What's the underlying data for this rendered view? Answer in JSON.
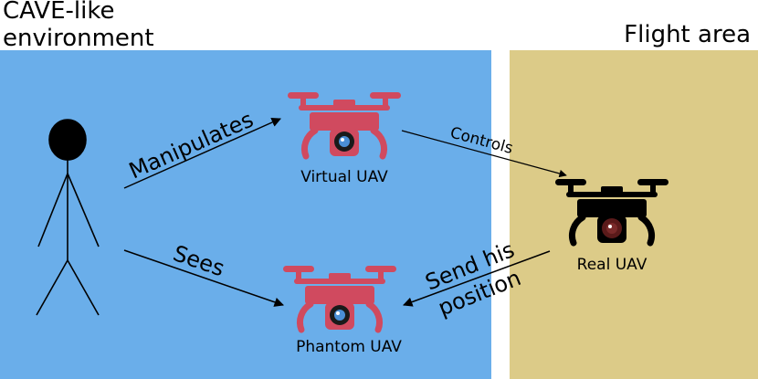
{
  "regions": {
    "cave": {
      "title_lines": [
        "CAVE-like",
        "environment"
      ],
      "color": "#6aaeea"
    },
    "flight": {
      "title": "Flight area",
      "color": "#dccb88"
    }
  },
  "nodes": {
    "operator": {
      "icon": "person-stick-figure-icon"
    },
    "virtual_uav": {
      "label": "Virtual UAV",
      "color": "#d04a5f",
      "icon": "drone-camera-icon"
    },
    "phantom_uav": {
      "label": "Phantom UAV",
      "color": "#d04a5f",
      "icon": "drone-camera-icon"
    },
    "real_uav": {
      "label": "Real UAV",
      "color": "#000000",
      "icon": "drone-camera-icon"
    }
  },
  "edges": {
    "manipulates": {
      "label": "Manipulates",
      "from": "operator",
      "to": "virtual_uav"
    },
    "sees": {
      "label": "Sees",
      "from": "operator",
      "to": "phantom_uav"
    },
    "controls": {
      "label": "Controls",
      "from": "virtual_uav",
      "to": "real_uav"
    },
    "send_position": {
      "label_lines": [
        "Send his",
        "position"
      ],
      "from": "real_uav",
      "to": "phantom_uav"
    }
  }
}
